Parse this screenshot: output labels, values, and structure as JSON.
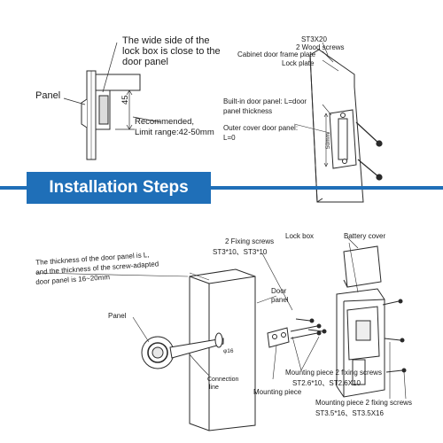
{
  "top_left": {
    "note_line1": "The wide side of the",
    "note_line2": "lock box is close to the",
    "note_line3": "door panel",
    "panel_label": "Panel",
    "dimension": "45",
    "rec_line1": "Recommended,",
    "rec_line2": "Limit range:42-50mm"
  },
  "top_right": {
    "screw_spec": "ST3X20",
    "screws_label": "2 Wood screws",
    "frame_plate_label": "Cabinet door frame plate",
    "lock_plate_label": "Lock plate",
    "built_in_line1": "Built-in door panel: L=door",
    "built_in_line2": "panel thickness",
    "outer_line1": "Outer cover door panel:",
    "outer_line2": "L=0",
    "plate_dimension": "50mm"
  },
  "banner": {
    "title": "Installation Steps"
  },
  "bottom": {
    "thickness_line1": "The thickness of the door panel is L,",
    "thickness_line2": "and the thickness of the screw-adapted",
    "thickness_line3": "door panel is 16~20mm",
    "fixing_screws_title": "2 Fixing screws",
    "fixing_screws_spec": "ST3*10、ST3*10",
    "lock_box_label": "Lock box",
    "battery_cover_label": "Battery cover",
    "door_panel_line1": "Door",
    "door_panel_line2": "panel",
    "panel_label": "Panel",
    "phi_label": "φ16",
    "connection_line1": "Connection",
    "connection_line2": "line",
    "mounting_piece_label": "Mounting piece",
    "mp_screws1_title": "Mounting piece 2 fixing screws",
    "mp_screws1_spec": "ST2.6*10、ST2.6X10",
    "mp_screws2_title": "Mounting piece 2 fixing screws",
    "mp_screws2_spec": "ST3.5*16、ST3.5X16"
  }
}
